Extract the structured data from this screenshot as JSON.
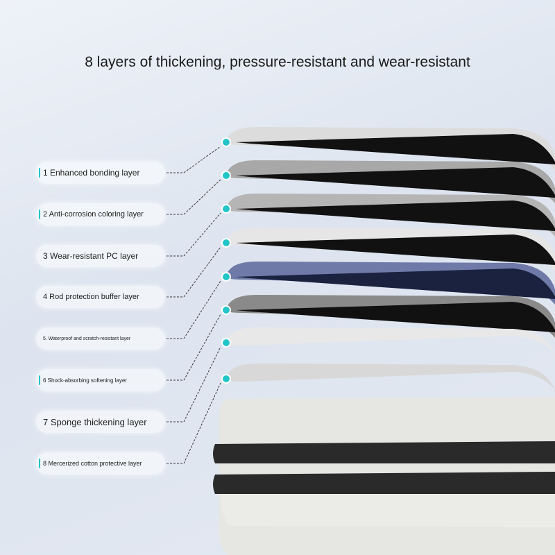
{
  "title": "8 layers of thickening, pressure-resistant and wear-resistant",
  "layers": [
    {
      "label": "1 Enhanced bonding layer"
    },
    {
      "label": "2 Anti-corrosion coloring layer"
    },
    {
      "label": "3 Wear-resistant PC layer"
    },
    {
      "label": "4 Rod protection buffer layer"
    },
    {
      "label": "5. Waterproof and scratch-resistant layer"
    },
    {
      "label": "6 Shock-absorbing softening layer"
    },
    {
      "label": "7 Sponge thickening layer"
    },
    {
      "label": "8 Mercerized cotton protective layer"
    }
  ],
  "colors": {
    "accent": "#22c5c8"
  }
}
